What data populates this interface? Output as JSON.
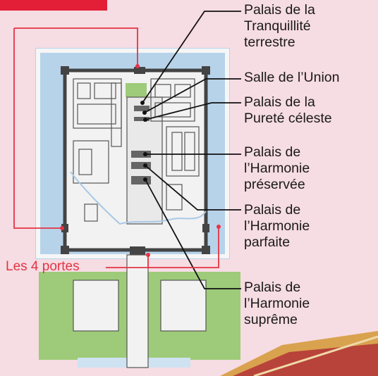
{
  "colors": {
    "page_background": "#f6dce3",
    "moat_water": "#b7d3ea",
    "palace_grounds": "#f2f2f2",
    "gardens": "#9ecb79",
    "building_dark": "#444444",
    "gate_pointer": "#e43445",
    "callout_line": "#111111"
  },
  "labels": {
    "tranquillite": [
      "Palais de la",
      "Tranquillité",
      "terrestre"
    ],
    "union": [
      "Salle de l’Union"
    ],
    "purete": [
      "Palais de la",
      "Pureté céleste"
    ],
    "preservee": [
      "Palais de",
      "l’Harmonie",
      "préservée"
    ],
    "parfaite": [
      "Palais de",
      "l’Harmonie",
      "parfaite"
    ],
    "supreme": [
      "Palais de",
      "l’Harmonie",
      "suprême"
    ]
  },
  "gates": {
    "label": "Les 4 portes",
    "count": 4
  }
}
